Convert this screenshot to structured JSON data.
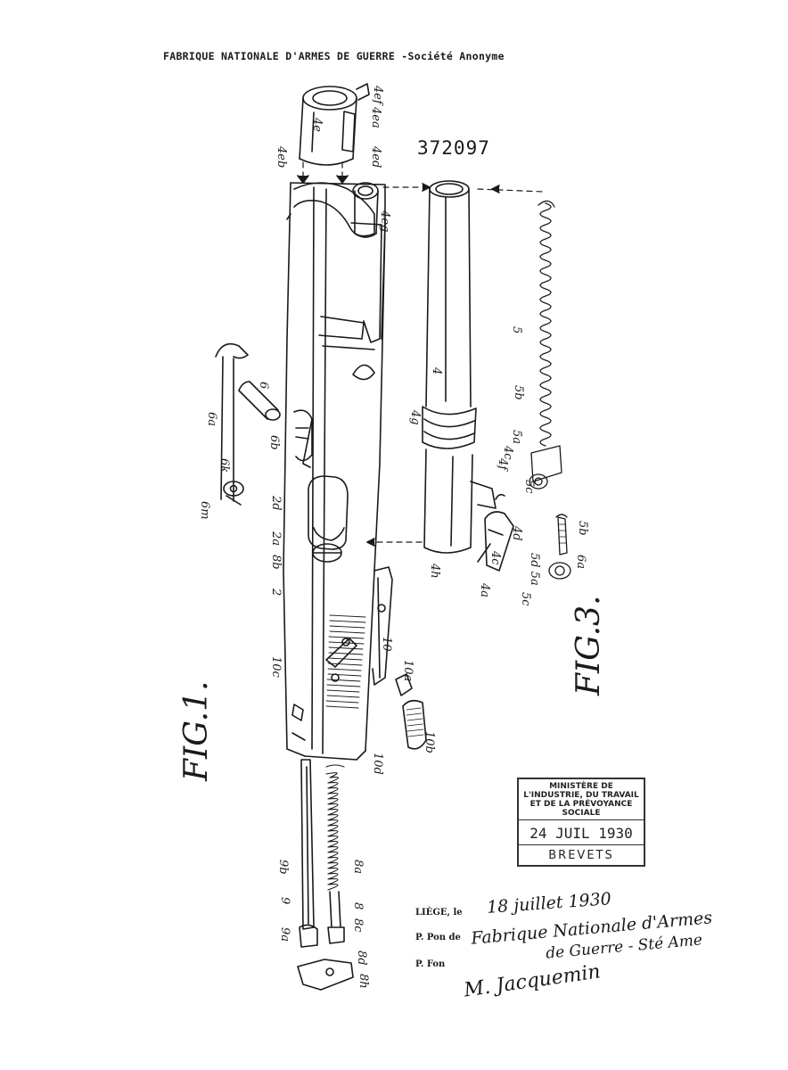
{
  "header": {
    "applicant": "FABRIQUE NATIONALE D'ARMES DE GUERRE -Société Anonyme",
    "patent_number": "372097"
  },
  "figures": {
    "fig1": "FIG.1.",
    "fig3": "FIG.3."
  },
  "labels": {
    "l4ef": "4ef",
    "l4e": "4e",
    "l4ea": "4ea",
    "l4eb": "4eb",
    "l4ed": "4ed",
    "l4eg": "4eg",
    "l4": "4",
    "l4g": "4g",
    "l4c_top": "4c",
    "l4f": "4f",
    "l4d": "4d",
    "l4c": "4c",
    "l4h": "4h",
    "l4a": "4a",
    "l5": "5",
    "l5b": "5b",
    "l5a": "5a",
    "l5c": "5c",
    "l5b2": "5b",
    "l5d5a": "5d 5a",
    "l5c2": "5c",
    "l6a2": "6a",
    "l6": "6",
    "l6a": "6a",
    "l6m": "6m",
    "l6k": "6k",
    "l6b": "6b",
    "l2d": "2d",
    "l2a": "2a",
    "l8b": "8b",
    "l2": "2",
    "l10": "10",
    "l10a": "10a",
    "l10b": "10b",
    "l10c": "10c",
    "l10d": "10d",
    "l9b": "9b",
    "l9": "9",
    "l9a": "9a",
    "l8a": "8a",
    "l8": "8",
    "l8c": "8c",
    "l8d": "8d",
    "l8h": "8h"
  },
  "stamp": {
    "ministry": "MINISTÈRE DE L'INDUSTRIE, DU TRAVAIL ET DE LA PRÉVOYANCE SOCIALE",
    "date": "24 JUIL 1930",
    "office": "BREVETS"
  },
  "signature": {
    "place_prefix": "LIÈGE, le",
    "date_handwritten": "18 juillet 1930",
    "pon_prefix": "P. Pon de",
    "company_line1": "Fabrique Nationale d'Armes",
    "company_line2": "de Guerre - Sté Ame",
    "fon_prefix": "P. Fon",
    "signatory": "M. Jacquemin"
  }
}
